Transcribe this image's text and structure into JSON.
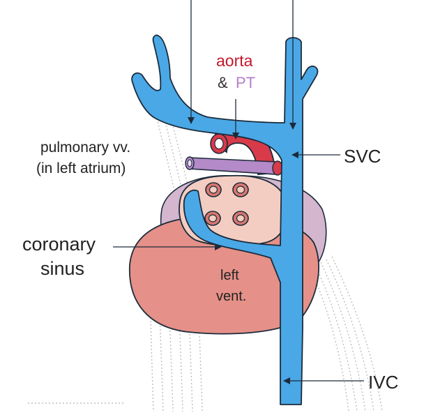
{
  "labels": {
    "aorta": "aorta",
    "amp": "&",
    "pt": "PT",
    "pulmonary_line1": "pulmonary vv.",
    "pulmonary_line2": "(in left atrium)",
    "svc": "SVC",
    "coronary_line1": "coronary",
    "coronary_line2": "sinus",
    "left_vent_line1": "left",
    "left_vent_line2": "vent.",
    "ivc": "IVC"
  },
  "colors": {
    "vein_blue": "#4aa8e6",
    "vein_outline": "#1c2b3a",
    "aorta_red": "#d93a4a",
    "pt_purple": "#b48ac8",
    "left_atrium": "#f4cdc2",
    "left_ventricle": "#e59088",
    "background_lavender": "#d4b6cf",
    "label_aorta": "#c4172c",
    "label_pt": "#b57fc9",
    "text": "#222222"
  },
  "icons": [
    "arrow-down-icon",
    "arrow-left-icon"
  ]
}
